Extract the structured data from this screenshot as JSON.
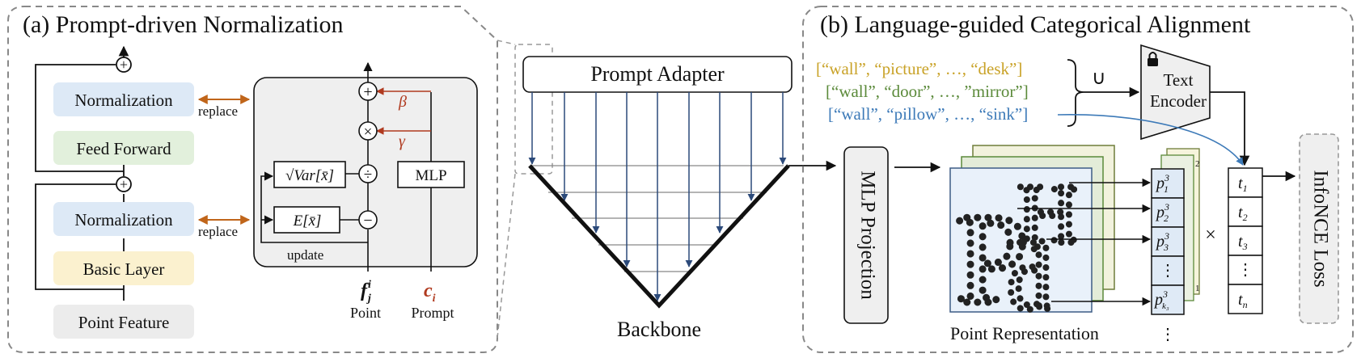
{
  "left": {
    "title": "(a) Prompt-driven Normalization",
    "blocks": {
      "norm_top": "Normalization",
      "feed_forward": "Feed Forward",
      "norm_bottom": "Normalization",
      "basic_layer": "Basic Layer",
      "point_feature": "Point Feature"
    },
    "replace": "replace",
    "inner": {
      "var": "√Var[x̄]",
      "mean": "E[x̄]",
      "mlp": "MLP",
      "beta": "β",
      "gamma": "γ",
      "update": "update",
      "div": "÷",
      "minus": "−",
      "times": "×",
      "plus": "+",
      "f_label": "f",
      "f_sup": "i",
      "f_sub": "j",
      "c_label": "c",
      "c_sub": "i",
      "point_caption": "Point",
      "prompt_caption": "Prompt"
    }
  },
  "middle": {
    "prompt_adapter": "Prompt Adapter",
    "backbone": "Backbone"
  },
  "right": {
    "title": "(b) Language-guided Categorical Alignment",
    "lists": [
      {
        "text": "[“wall”, “picture”, …, “desk”]",
        "color": "#c9a227"
      },
      {
        "text": "[“wall”, “door”, …, ”mirror”]",
        "color": "#5b8a3a"
      },
      {
        "text": "[“wall”, “pillow”, …, “sink”]",
        "color": "#3d7ab8"
      }
    ],
    "union": "∪",
    "text_encoder": [
      "Text",
      "Encoder"
    ],
    "mlp_projection": "MLP Projection",
    "point_representation": "Point Representation",
    "p_items": [
      {
        "base": "p",
        "sub": "1",
        "sup": "3"
      },
      {
        "base": "p",
        "sub": "2",
        "sup": "3"
      },
      {
        "base": "p",
        "sub": "3",
        "sup": "3"
      },
      {
        "base": "⋮",
        "sub": "",
        "sup": ""
      },
      {
        "base": "p",
        "sub": "k₃",
        "sup": "3"
      }
    ],
    "stack_indices": [
      "2",
      "1"
    ],
    "times": "×",
    "t_items": [
      {
        "base": "t",
        "sub": "1"
      },
      {
        "base": "t",
        "sub": "2"
      },
      {
        "base": "t",
        "sub": "3"
      },
      {
        "base": "⋮",
        "sub": ""
      },
      {
        "base": "t",
        "sub": "n"
      }
    ],
    "dots": "⋮",
    "infonce": "InfoNCE Loss"
  }
}
